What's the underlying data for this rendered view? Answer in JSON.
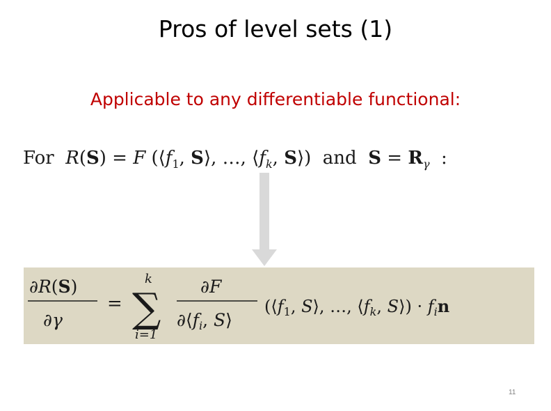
{
  "slide": {
    "title": "Pros of level sets (1)",
    "subtitle": "Applicable to any differentiable  functional:",
    "page_number": "11"
  },
  "equation_top": {
    "for": "For",
    "R": "R",
    "S": "S",
    "F": "F",
    "f1": "f",
    "sub1": "1",
    "fk": "f",
    "subk": "k",
    "ellipsis": "…",
    "and": "and",
    "Rbold": "R",
    "gamma": "γ",
    "colon": ":"
  },
  "equation_bottom": {
    "partial": "∂",
    "R": "R",
    "S_bold": "S",
    "gamma": "γ",
    "equals": "=",
    "sigma": "∑",
    "sum_upper": "k",
    "sum_lower": "i=1",
    "F": "F",
    "f": "f",
    "i": "i",
    "S": "S",
    "one": "1",
    "k": "k",
    "ellipsis": "…",
    "dot": "·",
    "n": "n"
  },
  "colors": {
    "subtitle": "#c00000",
    "box": "#ddd8c4",
    "arrow": "#d9d9d9"
  }
}
